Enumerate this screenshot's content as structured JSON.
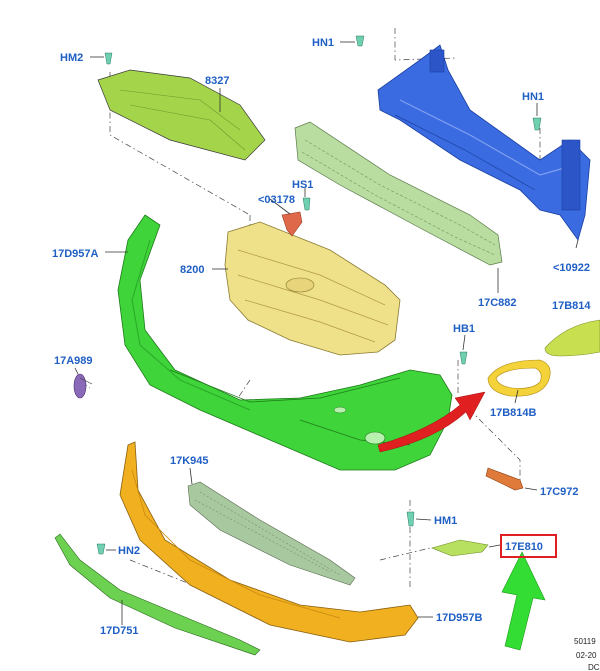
{
  "colors": {
    "label_blue": "#1f5fc4",
    "reinforcement_blue": "#3a6be0",
    "bumper_green": "#3fd43a",
    "undertray_green": "#a4d44a",
    "absorber_green": "#b9dca0",
    "grille_yellow": "#efe08a",
    "lower_cover_orange": "#f0b020",
    "red_arrow": "#e02020",
    "green_arrow": "#33dd33",
    "highlight_red": "#e02020"
  },
  "labels": {
    "hn1_top": "HN1",
    "hm2": "HM2",
    "p8327": "8327",
    "hn1_right": "HN1",
    "hs1": "HS1",
    "p03178": "<03178",
    "p17d957a": "17D957A",
    "p8200": "8200",
    "p10922": "<10922",
    "p17c882": "17C882",
    "p17b814_cut": "17B814",
    "hb1": "HB1",
    "p17a989": "17A989",
    "p17b814b": "17B814B",
    "p17k945": "17K945",
    "p17c972": "17C972",
    "hm1": "HM1",
    "p17e810": "17E810",
    "hn2": "HN2",
    "p17d751": "17D751",
    "p17d957b": "17D957B"
  },
  "footer": {
    "code": "50119",
    "date": "02-20",
    "tag": "DC"
  },
  "highlighted_part": "17E810",
  "icons": [
    "clip-icon",
    "red-arrow-icon",
    "green-arrow-icon"
  ]
}
